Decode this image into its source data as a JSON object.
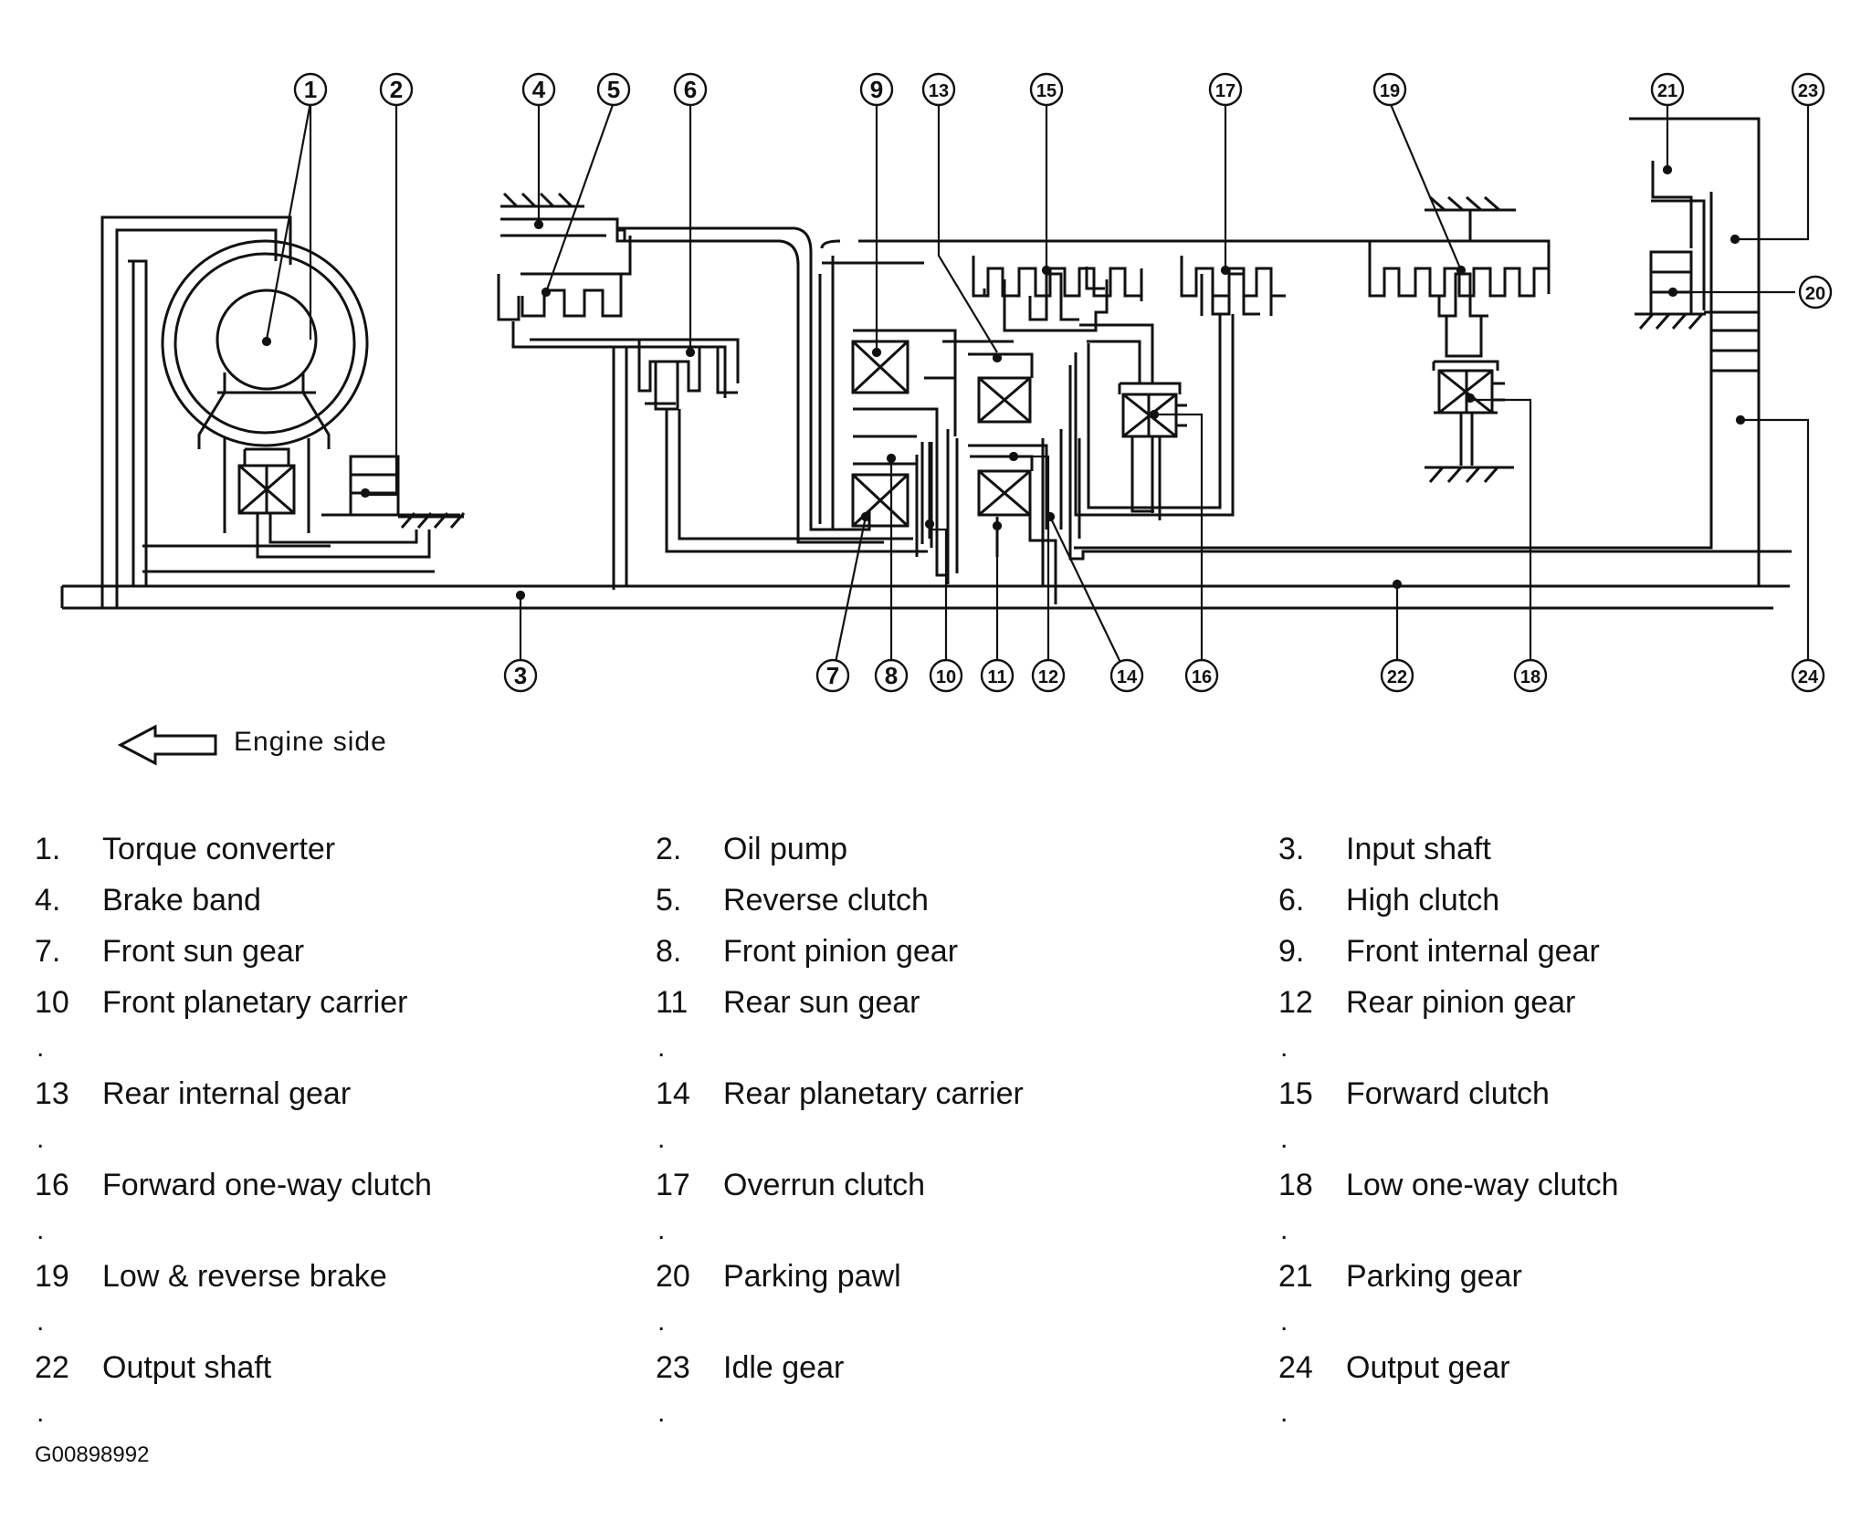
{
  "diagram": {
    "engine_side_label": "Engine side",
    "figure_id": "G00898992",
    "callout_numbers": [
      "1",
      "2",
      "3",
      "4",
      "5",
      "6",
      "7",
      "8",
      "9",
      "10",
      "11",
      "12",
      "13",
      "14",
      "15",
      "16",
      "17",
      "18",
      "19",
      "20",
      "21",
      "22",
      "23",
      "24"
    ]
  },
  "legend": [
    {
      "num": "1.",
      "dot": "",
      "label": "Torque converter"
    },
    {
      "num": "2.",
      "dot": "",
      "label": "Oil pump"
    },
    {
      "num": "3.",
      "dot": "",
      "label": "Input shaft"
    },
    {
      "num": "4.",
      "dot": "",
      "label": "Brake band"
    },
    {
      "num": "5.",
      "dot": "",
      "label": "Reverse clutch"
    },
    {
      "num": "6.",
      "dot": "",
      "label": "High clutch"
    },
    {
      "num": "7.",
      "dot": "",
      "label": "Front sun gear"
    },
    {
      "num": "8.",
      "dot": "",
      "label": "Front pinion gear"
    },
    {
      "num": "9.",
      "dot": "",
      "label": "Front internal gear"
    },
    {
      "num": "10",
      "dot": ".",
      "label": "Front planetary carrier"
    },
    {
      "num": "11",
      "dot": ".",
      "label": "Rear sun gear"
    },
    {
      "num": "12",
      "dot": ".",
      "label": "Rear pinion gear"
    },
    {
      "num": "13",
      "dot": ".",
      "label": "Rear internal gear"
    },
    {
      "num": "14",
      "dot": ".",
      "label": "Rear planetary carrier"
    },
    {
      "num": "15",
      "dot": ".",
      "label": "Forward clutch"
    },
    {
      "num": "16",
      "dot": ".",
      "label": "Forward one-way clutch"
    },
    {
      "num": "17",
      "dot": ".",
      "label": "Overrun clutch"
    },
    {
      "num": "18",
      "dot": ".",
      "label": "Low one-way clutch"
    },
    {
      "num": "19",
      "dot": ".",
      "label": "Low & reverse brake"
    },
    {
      "num": "20",
      "dot": ".",
      "label": "Parking pawl"
    },
    {
      "num": "21",
      "dot": ".",
      "label": "Parking gear"
    },
    {
      "num": "22",
      "dot": ".",
      "label": "Output shaft"
    },
    {
      "num": "23",
      "dot": ".",
      "label": "Idle gear"
    },
    {
      "num": "24",
      "dot": ".",
      "label": "Output gear"
    }
  ]
}
